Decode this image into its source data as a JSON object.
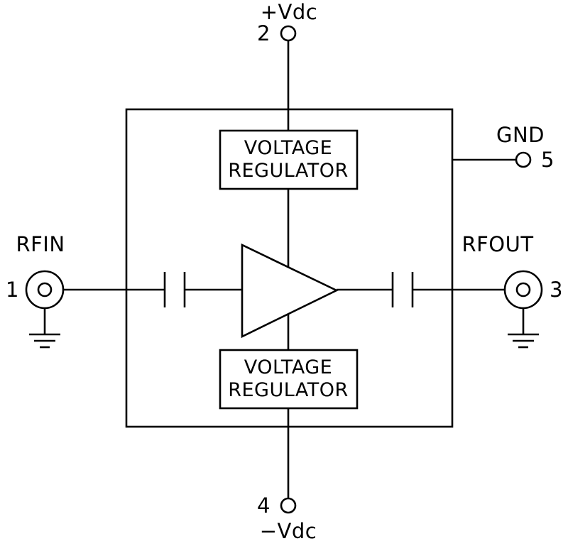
{
  "diagram": {
    "type": "rf-amplifier-block-diagram",
    "colors": {
      "line": "#000000",
      "background": "#ffffff"
    },
    "pins": {
      "rf_in": {
        "number": "1",
        "label": "RFIN"
      },
      "vcc": {
        "number": "2",
        "label": "+Vdc"
      },
      "rf_out": {
        "number": "3",
        "label": "RFOUT"
      },
      "vee": {
        "number": "4",
        "label": "−Vdc"
      },
      "gnd": {
        "number": "5",
        "label": "GND"
      }
    },
    "blocks": {
      "top_regulator": {
        "line1": "VOLTAGE",
        "line2": "REGULATOR"
      },
      "bottom_regulator": {
        "line1": "VOLTAGE",
        "line2": "REGULATOR"
      },
      "amplifier": {
        "symbol": "triangle"
      }
    },
    "components": {
      "input_capacitor": "series coupling capacitor",
      "output_capacitor": "series coupling capacitor"
    }
  }
}
